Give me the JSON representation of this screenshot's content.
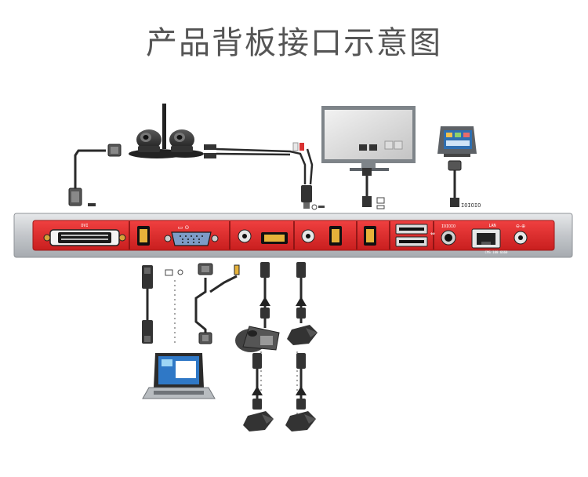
{
  "title": "产品背板接口示意图",
  "panel": {
    "port_labels": {
      "dvi": "DVI",
      "serial": "IOIOIO",
      "lan": "LAN",
      "model": "CMS 100 6660"
    }
  },
  "annotations": {
    "serial_cable": "IOIOIO"
  },
  "colors": {
    "panel_red": "#e52a2a",
    "chassis_silver": "#c9ccd0",
    "cable": "#2a2a2a",
    "dotted_line": "#888888"
  }
}
